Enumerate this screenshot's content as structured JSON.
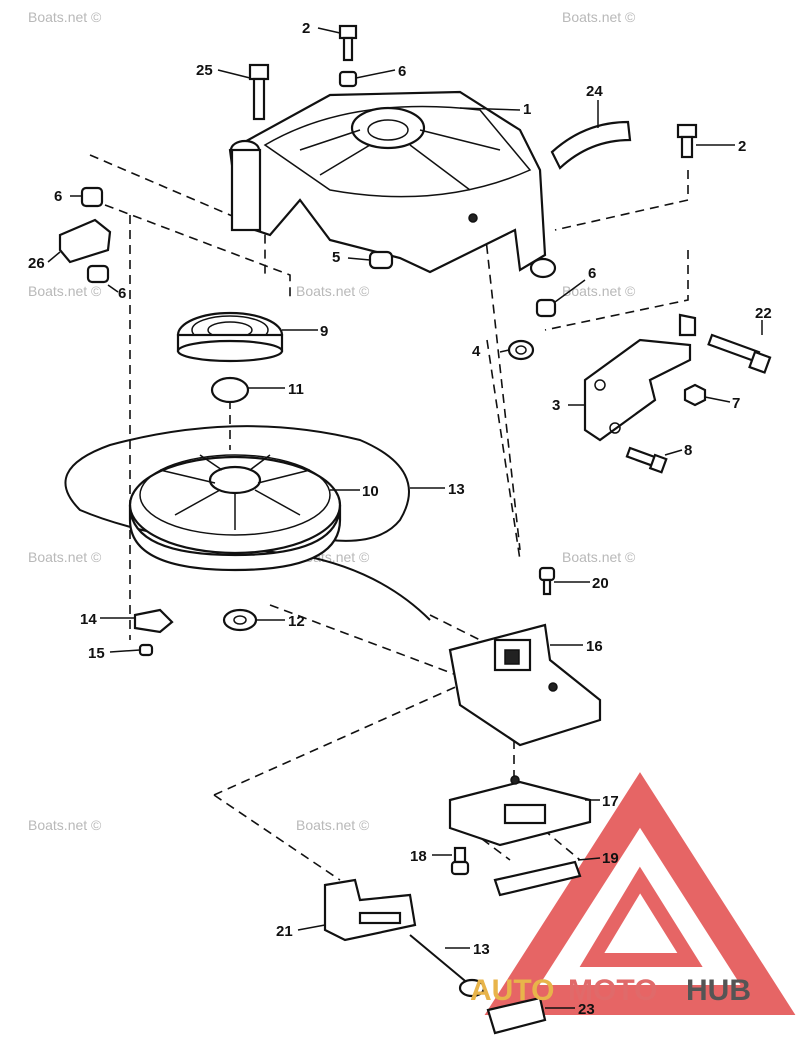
{
  "watermark": {
    "text": "Boats.net ©"
  },
  "logo": {
    "word_a": "AUTO",
    "word_b": "MOTO",
    "word_c": "HUB",
    "color_a": "#e8b44a",
    "color_b": "#e06a6a",
    "color_c": "#555555",
    "triangle_color": "#e24a4a"
  },
  "callouts": [
    "1",
    "2",
    "2",
    "3",
    "4",
    "5",
    "6",
    "6",
    "6",
    "6",
    "7",
    "8",
    "9",
    "10",
    "11",
    "12",
    "13",
    "13",
    "14",
    "15",
    "16",
    "17",
    "18",
    "19",
    "20",
    "21",
    "22",
    "23",
    "24",
    "25",
    "26"
  ]
}
